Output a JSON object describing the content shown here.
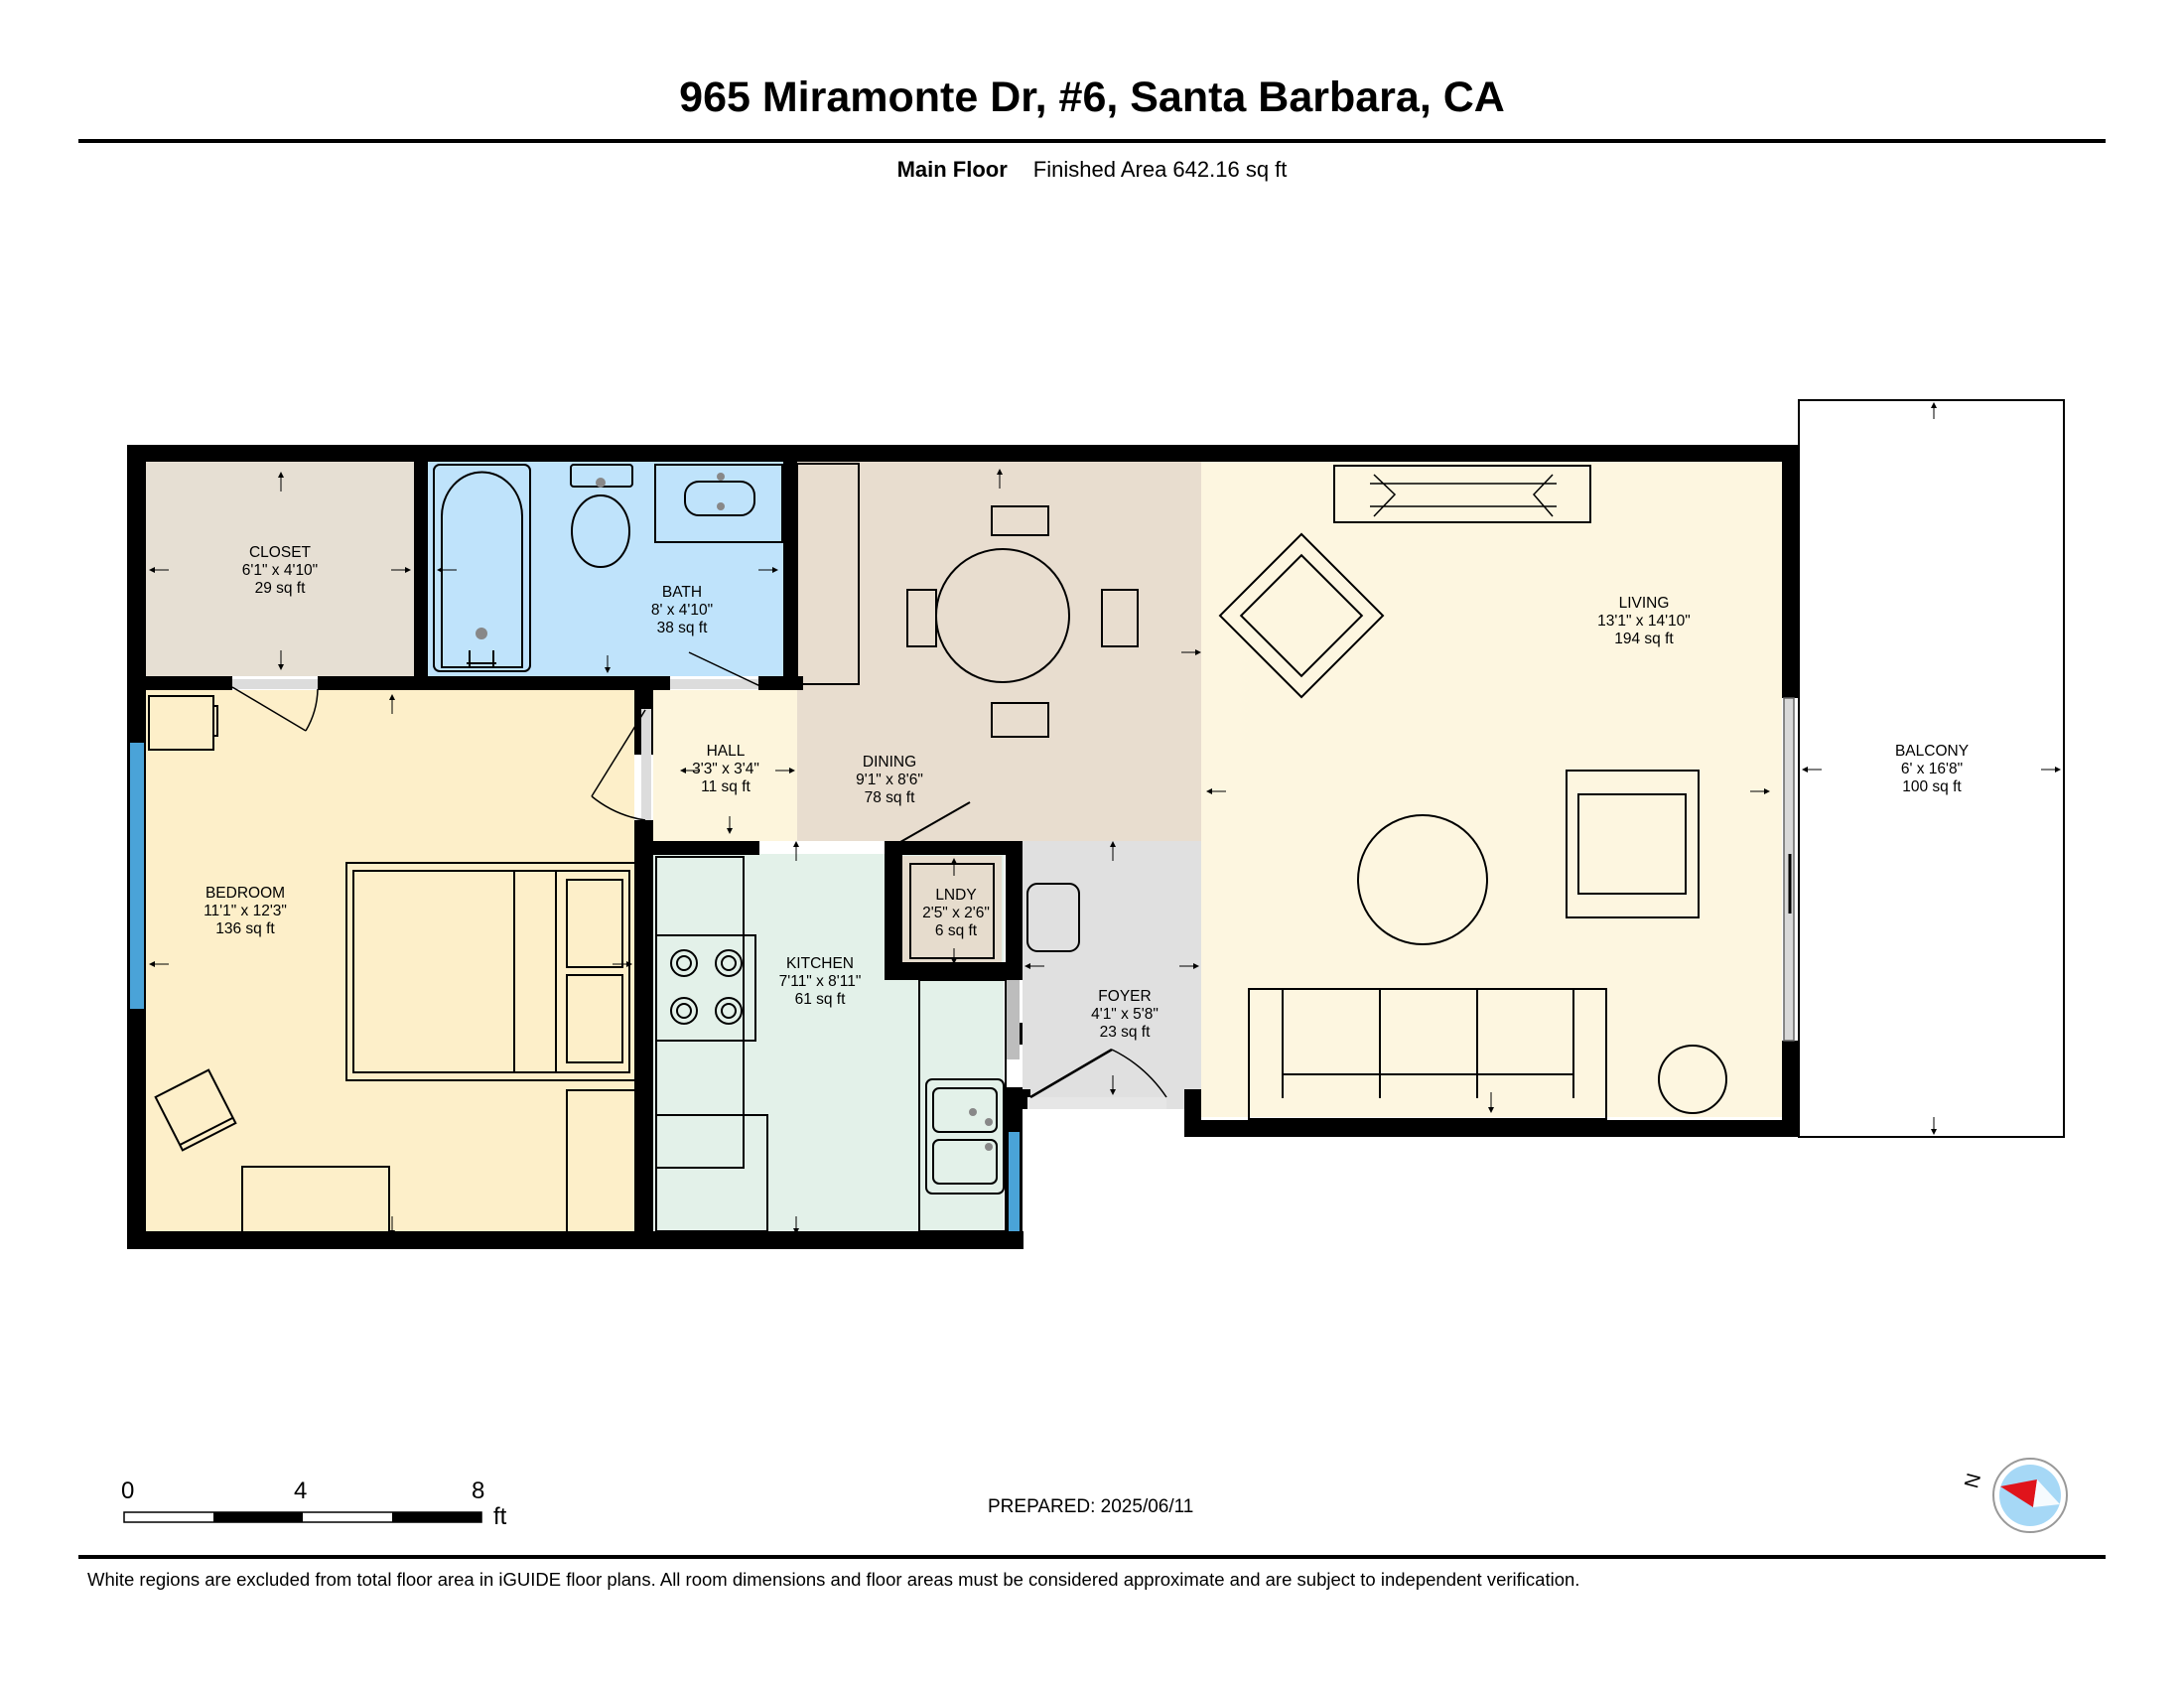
{
  "header": {
    "title": "965 Miramonte Dr, #6, Santa Barbara, CA",
    "floor_name": "Main Floor",
    "finished_area": "Finished Area 642.16 sq ft"
  },
  "rooms": {
    "closet": {
      "name": "CLOSET",
      "dims": "6'1\" x 4'10\"",
      "area": "29 sq ft",
      "fill": "#e6dfd3"
    },
    "bath": {
      "name": "BATH",
      "dims": "8' x 4'10\"",
      "area": "38 sq ft",
      "fill": "#bfe3fb"
    },
    "hall": {
      "name": "HALL",
      "dims": "3'3\" x 3'4\"",
      "area": "11 sq ft",
      "fill": "#fdf5dc"
    },
    "dining": {
      "name": "DINING",
      "dims": "9'1\" x 8'6\"",
      "area": "78 sq ft",
      "fill": "#e8ddcf"
    },
    "living": {
      "name": "LIVING",
      "dims": "13'1\" x 14'10\"",
      "area": "194 sq ft",
      "fill": "#fdf6e0"
    },
    "balcony": {
      "name": "BALCONY",
      "dims": "6' x 16'8\"",
      "area": "100 sq ft",
      "fill": "#ffffff"
    },
    "bedroom": {
      "name": "BEDROOM",
      "dims": "11'1\" x 12'3\"",
      "area": "136 sq ft",
      "fill": "#fdefc9"
    },
    "kitchen": {
      "name": "KITCHEN",
      "dims": "7'11\" x 8'11\"",
      "area": "61 sq ft",
      "fill": "#e3f1e9"
    },
    "lndy": {
      "name": "LNDY",
      "dims": "2'5\" x 2'6\"",
      "area": "6 sq ft",
      "fill": "#e6dccd"
    },
    "foyer": {
      "name": "FOYER",
      "dims": "4'1\" x 5'8\"",
      "area": "23 sq ft",
      "fill": "#e0e0e0"
    }
  },
  "scale_bar": {
    "labels": [
      "0",
      "4",
      "8"
    ],
    "unit": "ft"
  },
  "prepared": "PREPARED: 2025/06/11",
  "compass": {
    "label": "N"
  },
  "footer": "White regions are excluded from total floor area in iGUIDE floor plans. All room dimensions and floor areas must be considered approximate and are subject to independent verification.",
  "colors": {
    "wall": "#000000",
    "window": "#4aa3d8",
    "compass_needle": "#e0141b",
    "compass_face": "#a6d8f6"
  }
}
